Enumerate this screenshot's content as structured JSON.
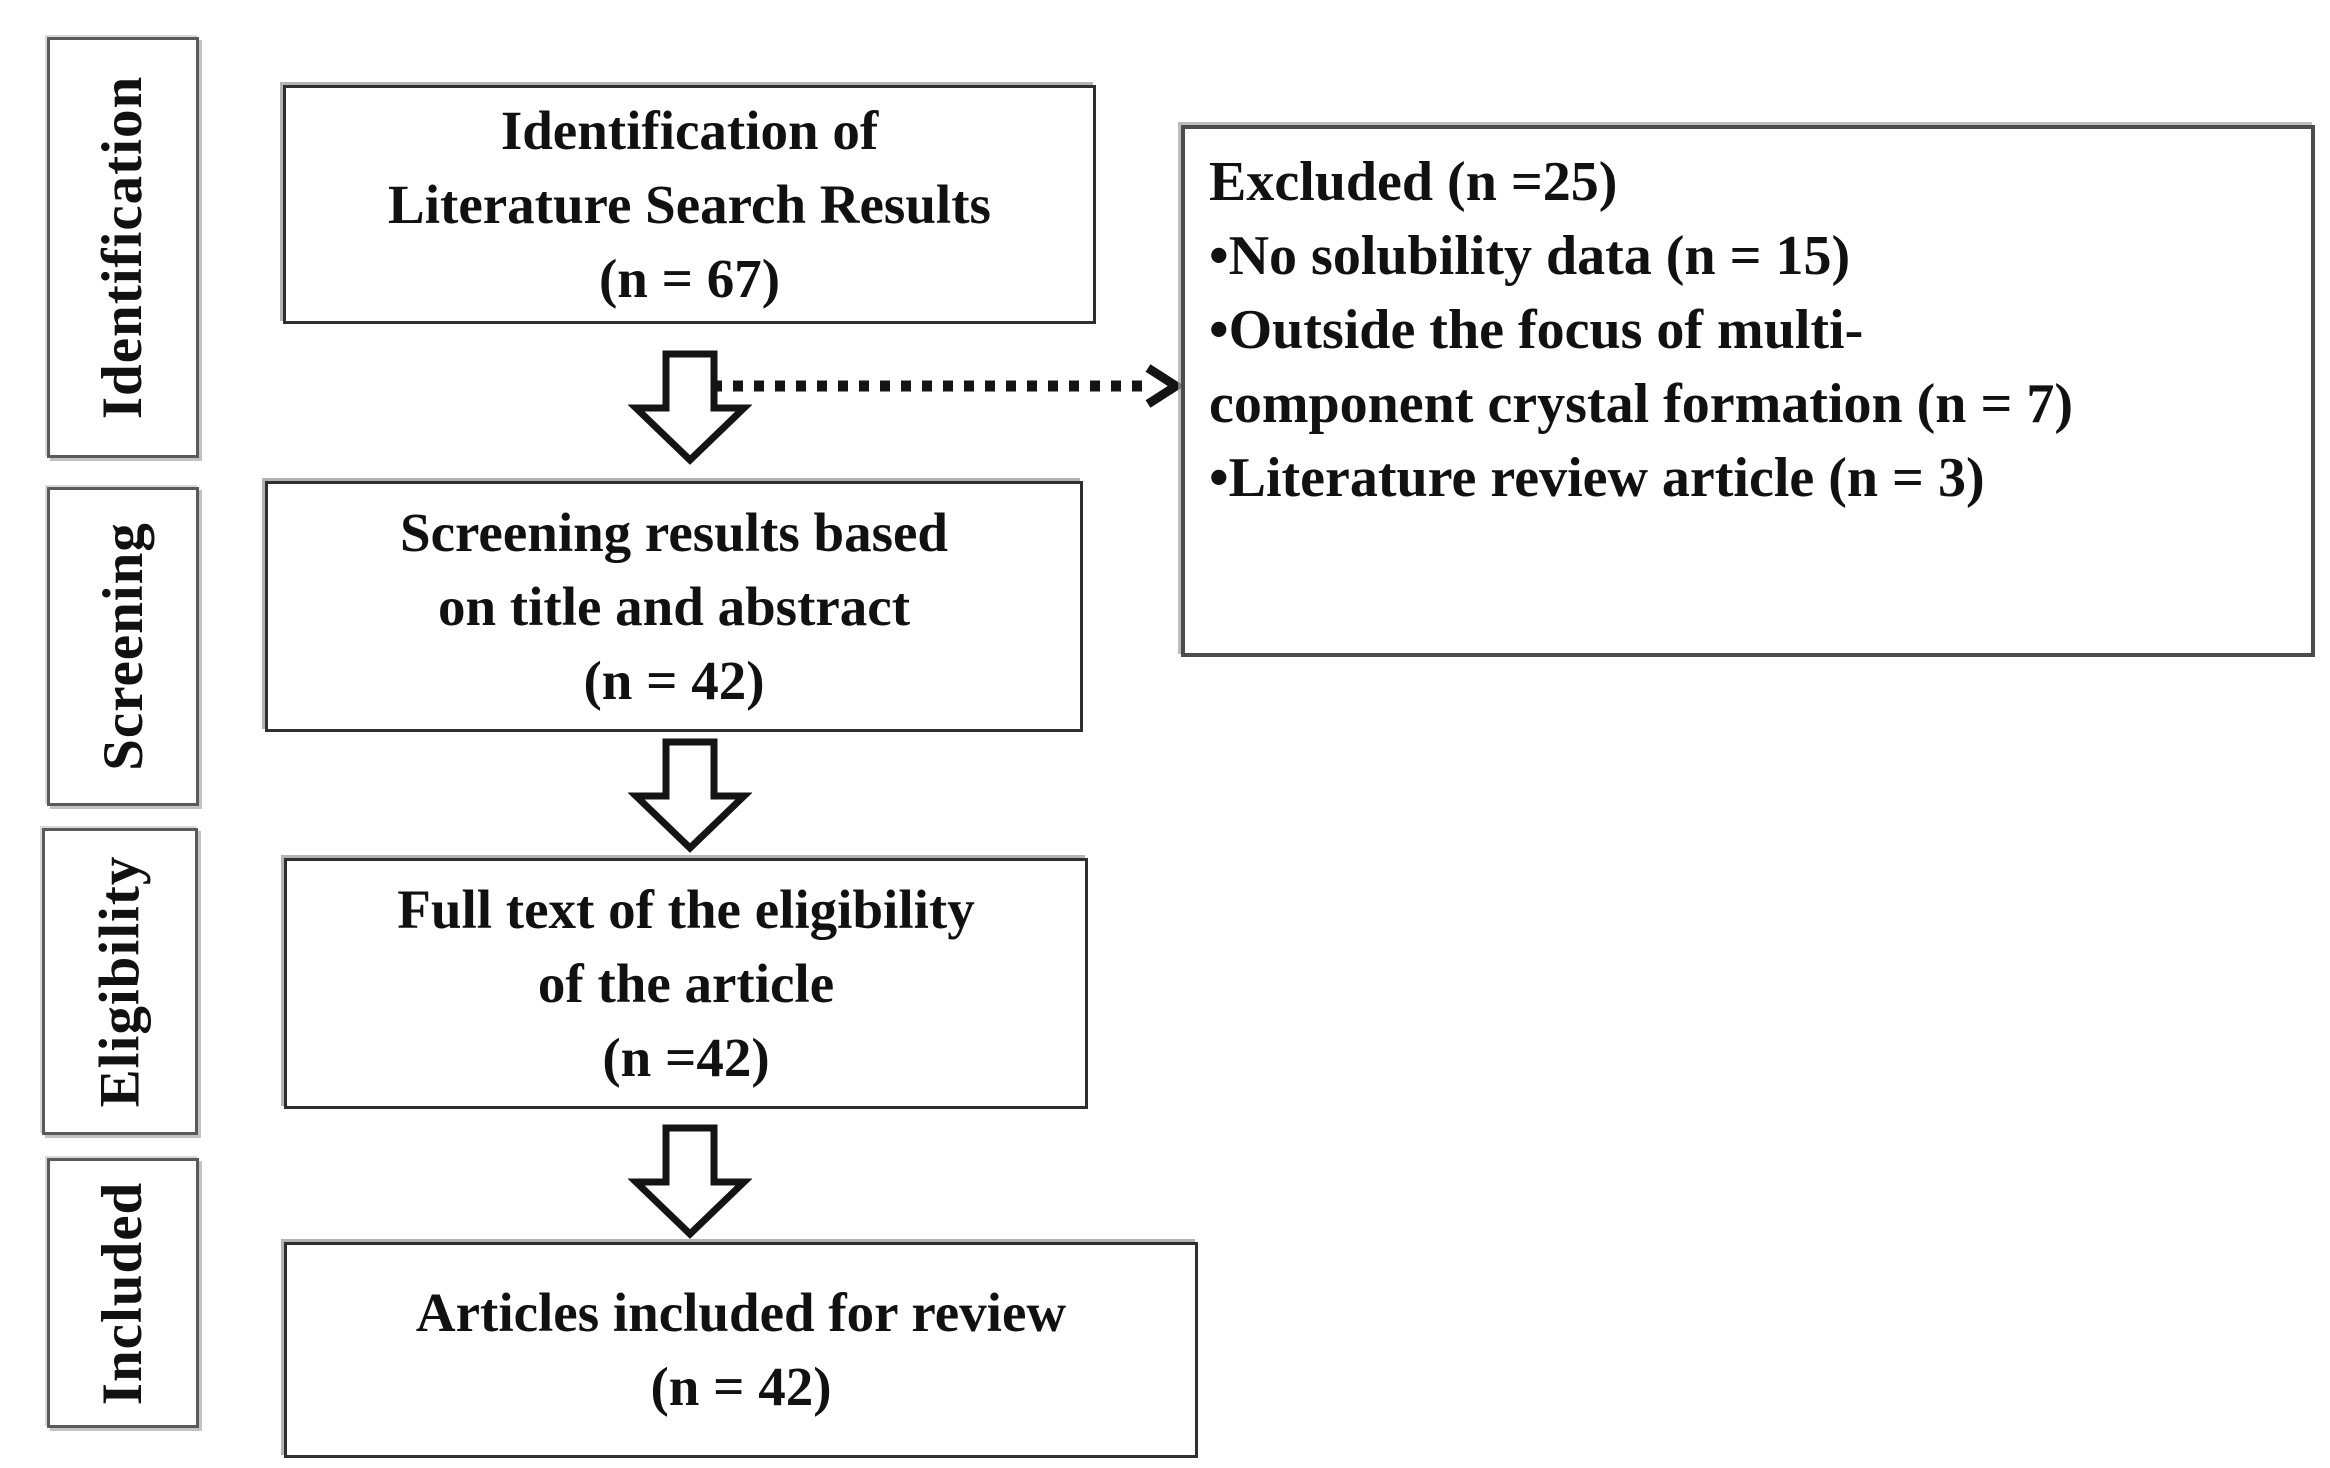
{
  "diagram": {
    "stages": [
      {
        "label": "Identification"
      },
      {
        "label": "Screening"
      },
      {
        "label": "Eligibility"
      },
      {
        "label": "Included"
      }
    ],
    "flow_boxes": [
      {
        "lines": [
          "Identification of",
          "Literature Search Results",
          "(n = 67)"
        ]
      },
      {
        "lines": [
          "Screening results based",
          "on title and abstract",
          "(n = 42)"
        ]
      },
      {
        "lines": [
          "Full text of the eligibility",
          "of the article",
          "(n =42)"
        ]
      },
      {
        "lines": [
          "Articles included for review",
          "(n = 42)"
        ]
      }
    ],
    "excluded_box": {
      "lines": [
        "Excluded (n =25)",
        "•No solubility data (n = 15)",
        "•Outside the focus of multi-",
        "component crystal formation (n = 7)",
        "•Literature review  article (n = 3)"
      ]
    },
    "icons": {
      "down_arrow": "hollow-block-down-arrow",
      "dashed_arrow": "dotted-right-arrow"
    },
    "colors": {
      "background": "#ffffff",
      "text": "#111111",
      "box_border": "#2f2f2f",
      "stage_border": "#5a5a5a",
      "excluded_border": "#4c4c4c"
    }
  }
}
